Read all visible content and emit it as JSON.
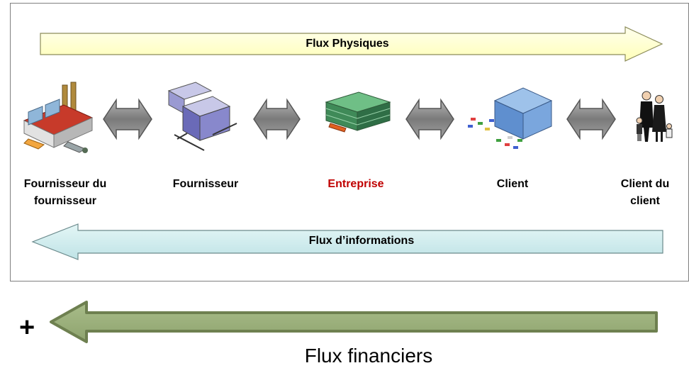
{
  "flows": {
    "physical": "Flux Physiques",
    "information": "Flux d’informations",
    "financial": "Flux financiers",
    "plus": "+"
  },
  "actors": [
    {
      "label": "Fournisseur du fournisseur",
      "line1": "Fournisseur du",
      "line2": "fournisseur",
      "icon": "factory-icon"
    },
    {
      "label": "Fournisseur",
      "icon": "warehouse-icon"
    },
    {
      "label": "Entreprise",
      "icon": "company-building-icon"
    },
    {
      "label": "Client",
      "icon": "store-icon"
    },
    {
      "label": "Client du client",
      "line1": "Client du",
      "line2": "client",
      "icon": "people-icon"
    }
  ],
  "colors": {
    "physical_arrow": "#ffffcc",
    "information_arrow": "#ccecee",
    "financial_arrow": "#9baf7d",
    "connector_arrow": "#808080",
    "entreprise_label": "#c00000",
    "label_text": "#000000"
  }
}
